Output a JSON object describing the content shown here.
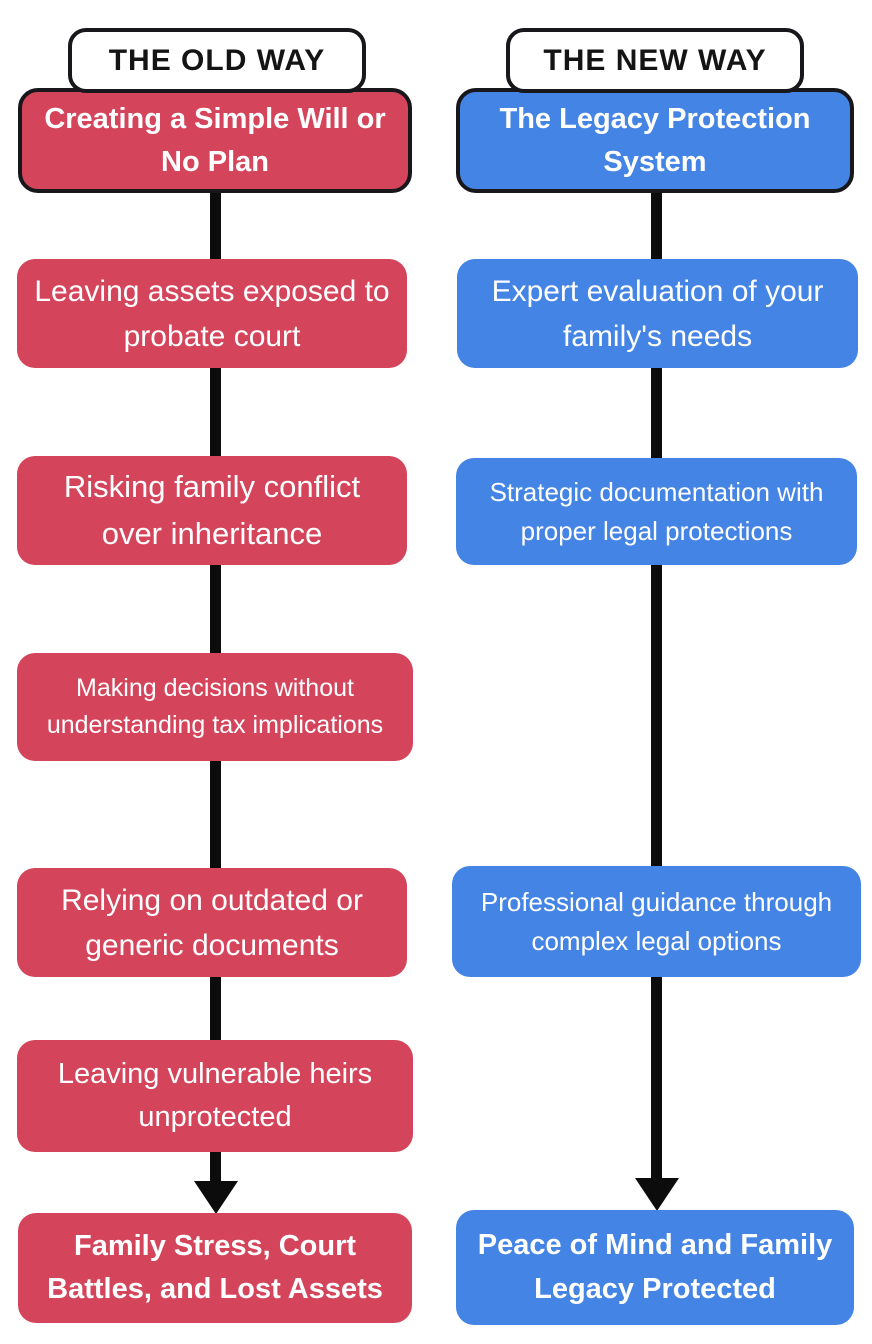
{
  "palette": {
    "old_red": "#d4455c",
    "new_blue": "#4484e4",
    "line_black": "#0c0c0c"
  },
  "old_column": {
    "header": "THE OLD WAY",
    "top": "Creating a Simple Will or No Plan",
    "steps": [
      "Leaving assets exposed to probate court",
      "Risking family conflict over inheritance",
      "Making decisions without understanding tax implications",
      "Relying on outdated or generic documents",
      "Leaving vulnerable heirs unprotected"
    ],
    "result": "Family Stress, Court Battles, and Lost Assets"
  },
  "new_column": {
    "header": "THE NEW WAY",
    "top": "The Legacy Protection System",
    "steps": [
      "Expert evaluation of your family's needs",
      "Strategic documentation with proper legal protections",
      "Professional guidance through complex legal options"
    ],
    "result": "Peace of Mind and Family Legacy Protected"
  }
}
